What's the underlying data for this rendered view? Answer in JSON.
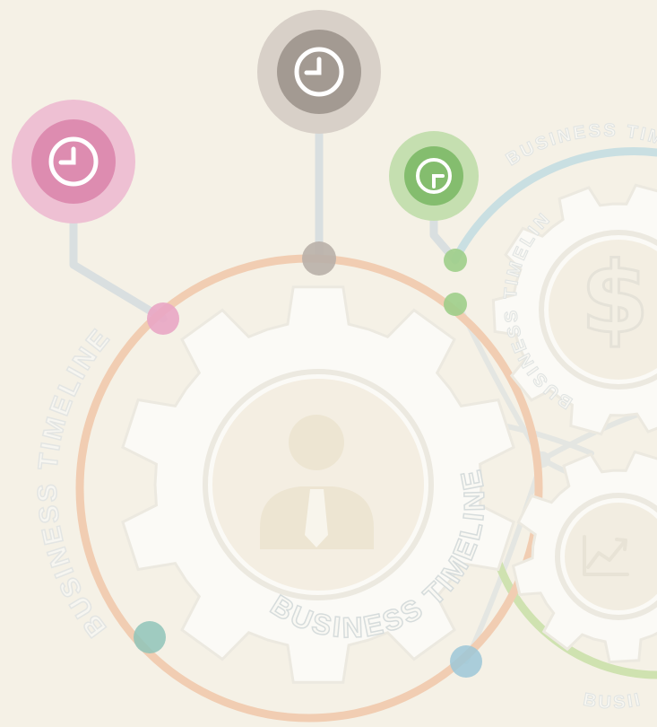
{
  "diagram": {
    "main_gear_label": "BUSINESS TIMELINE",
    "outer_ring_label": "BUSINESS TIMELINE",
    "top_right_label": "BUSINESS TIM",
    "dollar_gear_label": "BUSINESS TIMELINE",
    "bottom_right_label": "BUSII",
    "icons": {
      "main": "businessman-icon",
      "dollar": "dollar-icon",
      "chart": "chart-trend-icon",
      "clocks": [
        "clock-icon",
        "clock-icon",
        "clock-icon"
      ]
    },
    "colors": {
      "background": "#f5f1e6",
      "gear": "#fbfaf6",
      "gear_outline": "#ece9e0",
      "orange_ring": "#f1cdb2",
      "blue_ring": "#c9dfe2",
      "green_ring": "#cfe2b0",
      "connector": "#d9dfe0",
      "pink": "#e9a6c4",
      "pink_dark": "#dd8cb0",
      "gray": "#b9b0a8",
      "gray_dark": "#a39a92",
      "green": "#9fce8a",
      "green_dark": "#84bd6e",
      "teal_dot": "#8fc4b8",
      "blue_dot": "#9cc7d7",
      "label_text": "#dfe3e2"
    }
  }
}
